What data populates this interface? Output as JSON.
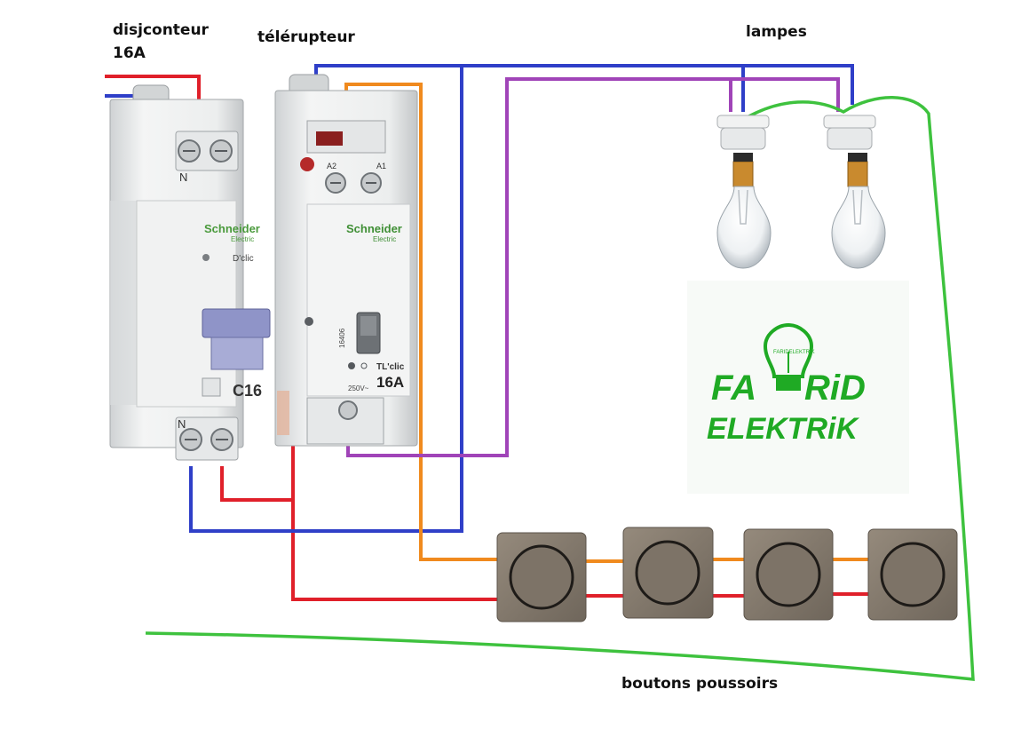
{
  "labels": {
    "breaker_line1": "disjconteur",
    "breaker_line2": "16A",
    "relay": "télérupteur",
    "lamps": "lampes",
    "buttons": "boutons poussoirs"
  },
  "breaker": {
    "brand": "Schneider",
    "sub": "Electric",
    "model": "D'clic",
    "rating": "C16",
    "n_top": "N",
    "n_bottom": "N"
  },
  "relay": {
    "brand": "Schneider",
    "sub": "Electric",
    "a2": "A2",
    "a1": "A1",
    "model": "TL'clic",
    "rating": "16A",
    "voltage": "250V~",
    "ref": "16406"
  },
  "logo": {
    "line1_a": "FA",
    "line1_b": "RiD",
    "line2": "ELEKTRiK",
    "bulb_text": "FARIDELEKTRIK"
  },
  "colors": {
    "phase": "#e0202a",
    "neutral": "#2f3fc8",
    "orange_wire": "#f08a1e",
    "purple_wire": "#a044b8",
    "earth": "#3ec23e",
    "logo_green": "#1faa24",
    "button_body": "#7f7569"
  }
}
